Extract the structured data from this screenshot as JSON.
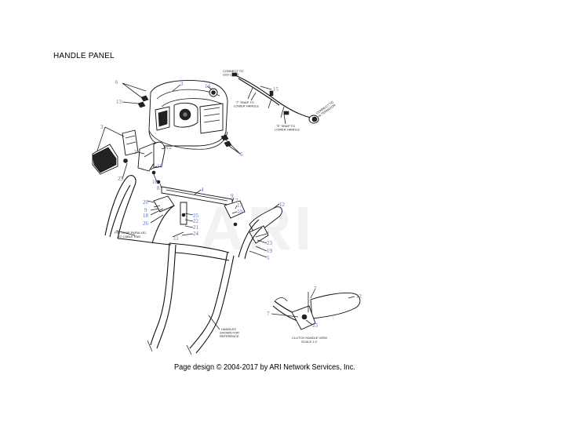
{
  "page": {
    "title": "HANDLE PANEL",
    "caption": "Page design © 2004-2017 by ARI Network Services, Inc."
  },
  "diagram": {
    "callouts": [
      "6",
      "3",
      "14",
      "15",
      "13",
      "3",
      "2",
      "12",
      "6",
      "10",
      "25",
      "16",
      "8",
      "4",
      "9",
      "7",
      "17",
      "20",
      "12",
      "18",
      "25",
      "10",
      "26",
      "22",
      "21",
      "9",
      "1",
      "11",
      "24",
      "23",
      "19",
      "5",
      "7",
      "12",
      "7",
      "23"
    ],
    "notes": {
      "connect_led": [
        "CONNECT TO",
        "LED LIGHT"
      ],
      "snap_lower_1": [
        "\"T\" SNAP TO",
        "LOWER HANDLE"
      ],
      "snap_lower_2": [
        "\"S\" SNAP TO",
        "LOWER HANDLE"
      ],
      "connect_alt": [
        "CONNECT TO",
        "ALTERNATOR"
      ],
      "parallel": [
        "PIN TO BE PARALLEL",
        "TO CABLE END"
      ],
      "handles_ref": [
        "HANDLES",
        "SHOWN FOR",
        "REFERENCE"
      ],
      "clutch_view": [
        "CLUTCH HANDLE VIEW",
        "SCALE 1:2"
      ]
    },
    "watermark": "ARI"
  }
}
